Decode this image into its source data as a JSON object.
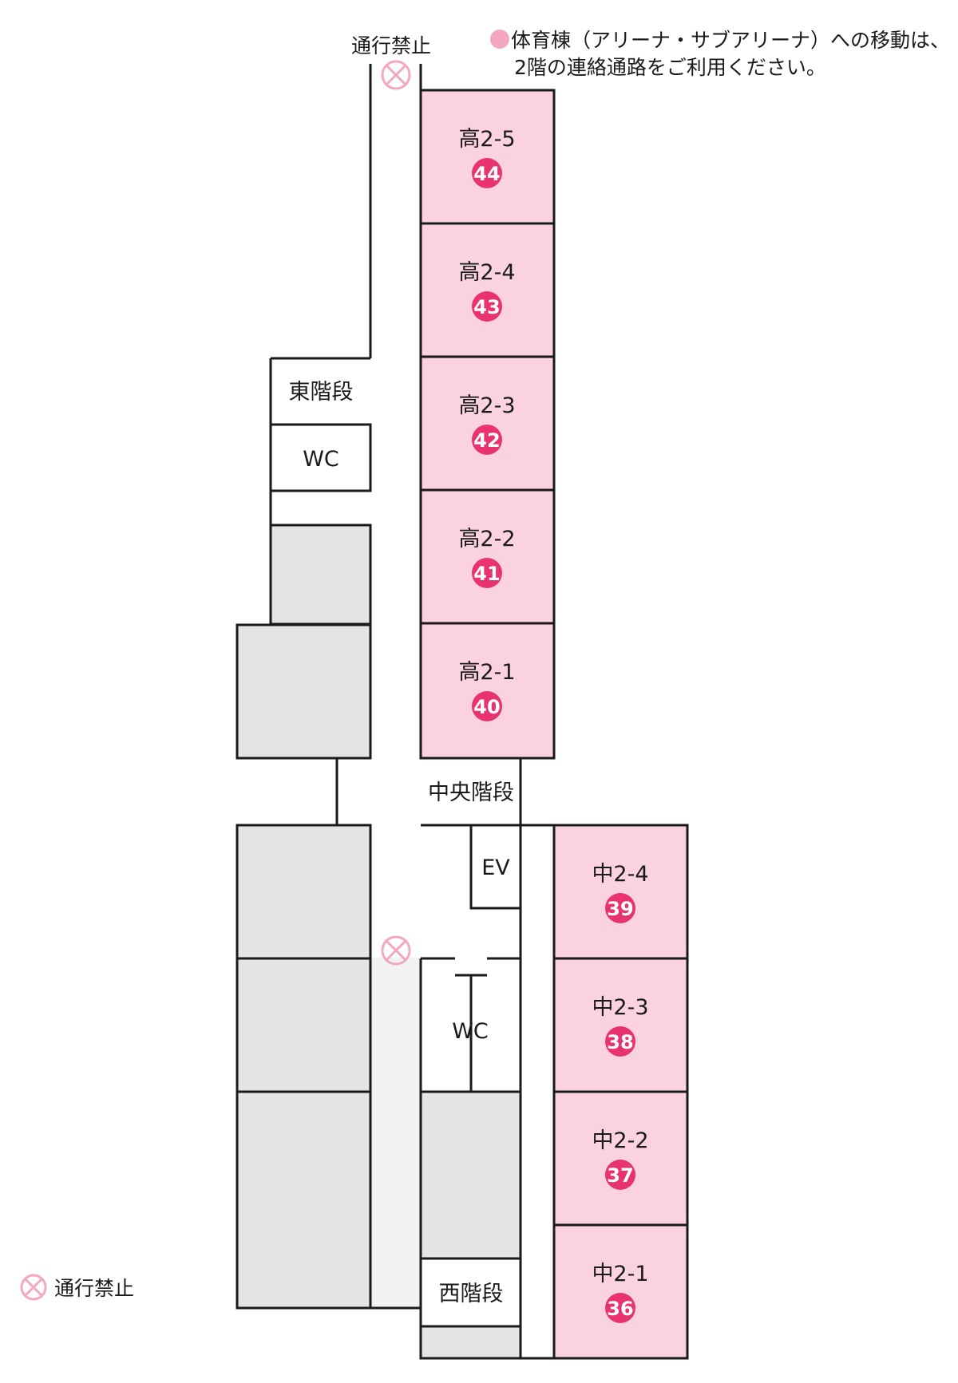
{
  "notice": {
    "line1": "体育棟（アリーナ・サブアリーナ）への移動は、",
    "line2": "2階の連絡通路をご利用ください。"
  },
  "no_entry_label": "通行禁止",
  "legend_label": "通行禁止",
  "stairs": {
    "east": "東階段",
    "central": "中央階段",
    "west": "西階段"
  },
  "facilities": {
    "wc_east": "WC",
    "wc_center": "WC",
    "ev": "EV"
  },
  "rooms": [
    {
      "name": "高2-5",
      "num": "44"
    },
    {
      "name": "高2-4",
      "num": "43"
    },
    {
      "name": "高2-3",
      "num": "42"
    },
    {
      "name": "高2-2",
      "num": "41"
    },
    {
      "name": "高2-1",
      "num": "40"
    },
    {
      "name": "中2-4",
      "num": "39"
    },
    {
      "name": "中2-3",
      "num": "38"
    },
    {
      "name": "中2-2",
      "num": "37"
    },
    {
      "name": "中2-1",
      "num": "36"
    }
  ],
  "colors": {
    "room_fill": "#fbd3df",
    "badge_fill": "#e8336f",
    "gray_block": "#e4e4e4",
    "corridor_light": "#f2f2f2",
    "no_entry": "#f4a7c1",
    "line": "#1a1a1a"
  }
}
